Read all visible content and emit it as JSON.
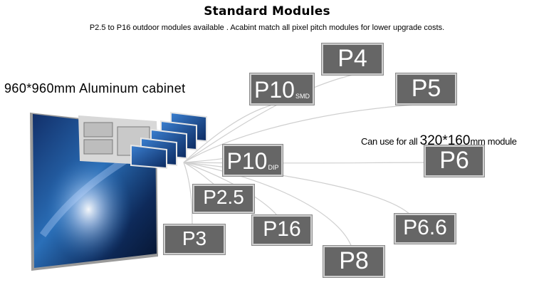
{
  "header": {
    "title": "Standard Modules",
    "subtitle": "P2.5 to P16 outdoor modules available . Acabint match all pixel pitch modules for lower upgrade costs."
  },
  "cabinet_label": "960*960mm  Aluminum cabinet",
  "note": {
    "prefix": "Can use for all ",
    "size": "320*160",
    "suffix": "mm module"
  },
  "modules": {
    "p4": {
      "main": "P4",
      "sub": ""
    },
    "p10smd": {
      "main": "P10",
      "sub": "SMD"
    },
    "p5": {
      "main": "P5",
      "sub": ""
    },
    "p10dip": {
      "main": "P10",
      "sub": "DIP"
    },
    "p6": {
      "main": "P6",
      "sub": ""
    },
    "p25": {
      "main": "P2.5",
      "sub": ""
    },
    "p3": {
      "main": "P3",
      "sub": ""
    },
    "p16": {
      "main": "P16",
      "sub": ""
    },
    "p66": {
      "main": "P6.6",
      "sub": ""
    },
    "p8": {
      "main": "P8",
      "sub": ""
    }
  },
  "colors": {
    "module_fill": "#666666",
    "line": "#cfcfcf",
    "screen_sky": "#2a6fb8"
  }
}
